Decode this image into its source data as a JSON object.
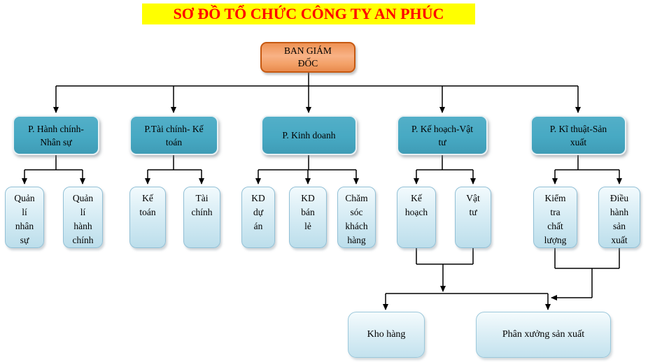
{
  "page": {
    "background_color": "#FFFFFF"
  },
  "title": {
    "text": "SƠ ĐỒ TỔ CHỨC CÔNG TY AN PHÚC",
    "background_color": "#FFFF00",
    "text_color": "#FF0000"
  },
  "org_chart": {
    "root": {
      "label": "BAN GIÁM\nĐỐC",
      "fill_color": "#F2A269",
      "border_color": "#C65911"
    },
    "department_fill_color": "#47A9C3",
    "unit_fill_top_color": "#F2FAFD",
    "unit_fill_bottom_color": "#BCDEEB",
    "connector_color": "#000000",
    "departments": [
      {
        "label": "P. Hành chính-\nNhân sự",
        "units": [
          "Quản\nlí\nnhân\nsự",
          "Quản\nlí\nhành\nchính"
        ]
      },
      {
        "label": "P.Tài chính- Kế\ntoán",
        "units": [
          "Kế\ntoán",
          "Tài\nchính"
        ]
      },
      {
        "label": "P. Kinh doanh",
        "units": [
          "KD\ndự\nán",
          "KD\nbán\nlẻ",
          "Chăm\nsóc\nkhách\nhàng"
        ]
      },
      {
        "label": "P. Kế hoạch-Vật\ntư",
        "units": [
          "Kế\nhoạch",
          "Vật\ntư"
        ]
      },
      {
        "label": "P. Kĩ thuật-Sản\nxuất",
        "units": [
          "Kiểm\ntra\nchất\nlượng",
          "Điều\nhành\nsản\nxuất"
        ]
      }
    ],
    "facilities": [
      "Kho hàng",
      "Phân xưởng sản xuất"
    ]
  }
}
